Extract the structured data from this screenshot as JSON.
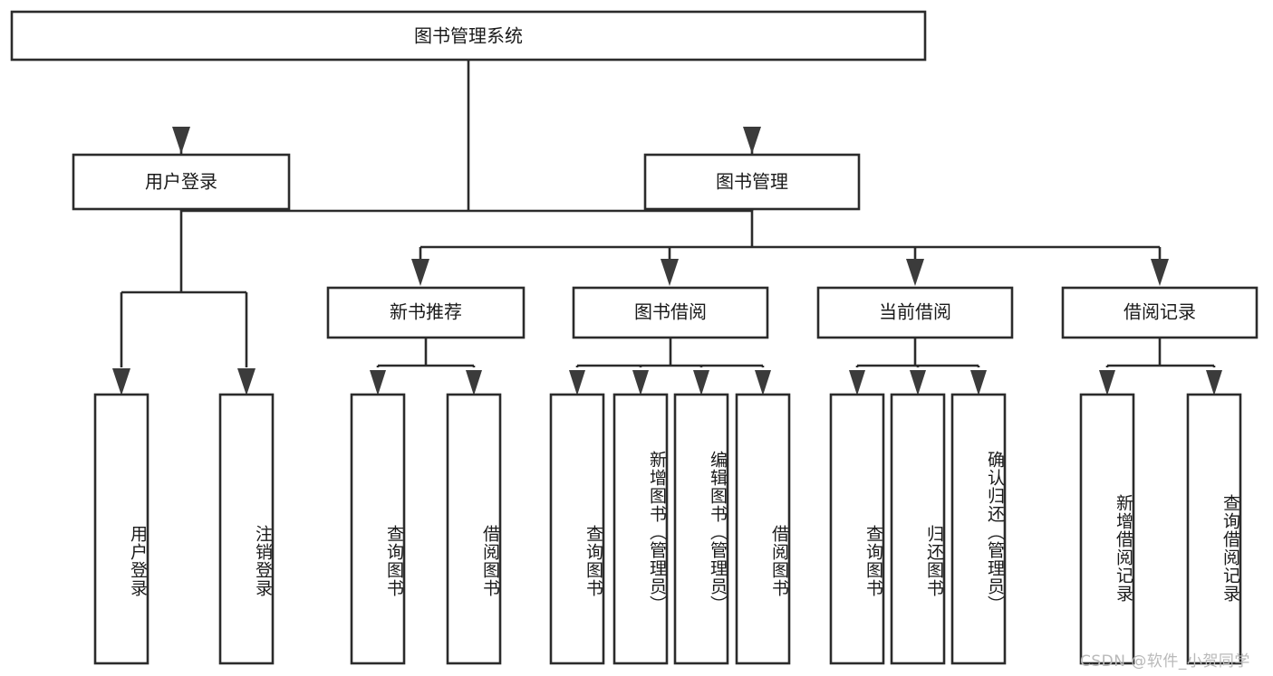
{
  "diagram": {
    "title": "图书管理系统",
    "type": "tree-hierarchy-diagram",
    "watermark": "CSDN @软件_小贺同学",
    "colors": {
      "background": "#ffffff",
      "box_stroke": "#2b2b2b",
      "box_fill": "#ffffff",
      "connector": "#2b2b2b",
      "text": "#1a1a1a",
      "watermark": "#b9b9b9"
    },
    "root": {
      "label": "图书管理系统"
    },
    "level2": [
      {
        "id": "user-login",
        "label": "用户登录"
      },
      {
        "id": "book-manage",
        "label": "图书管理"
      }
    ],
    "level3": [
      {
        "id": "new-book-rec",
        "label": "新书推荐",
        "parent": "book-manage"
      },
      {
        "id": "book-borrow",
        "label": "图书借阅",
        "parent": "book-manage"
      },
      {
        "id": "current-borrow",
        "label": "当前借阅",
        "parent": "book-manage"
      },
      {
        "id": "borrow-record",
        "label": "借阅记录",
        "parent": "book-manage"
      }
    ],
    "leaves": [
      {
        "id": "leaf-user-login",
        "label": "用户登录",
        "parent": "user-login"
      },
      {
        "id": "leaf-logout",
        "label": "注销登录",
        "parent": "user-login"
      },
      {
        "id": "leaf-query-book-1",
        "label": "查询图书",
        "parent": "new-book-rec"
      },
      {
        "id": "leaf-borrow-book-1",
        "label": "借阅图书",
        "parent": "new-book-rec"
      },
      {
        "id": "leaf-query-book-2",
        "label": "查询图书",
        "parent": "book-borrow"
      },
      {
        "id": "leaf-add-book",
        "label": "新增图书（管理员）",
        "parent": "book-borrow"
      },
      {
        "id": "leaf-edit-book",
        "label": "编辑图书（管理员）",
        "parent": "book-borrow"
      },
      {
        "id": "leaf-borrow-book-2",
        "label": "借阅图书",
        "parent": "book-borrow"
      },
      {
        "id": "leaf-query-book-3",
        "label": "查询图书",
        "parent": "current-borrow"
      },
      {
        "id": "leaf-return-book",
        "label": "归还图书",
        "parent": "current-borrow"
      },
      {
        "id": "leaf-confirm-return",
        "label": "确认归还（管理员）",
        "parent": "current-borrow"
      },
      {
        "id": "leaf-add-record",
        "label": "新增借阅记录",
        "parent": "borrow-record"
      },
      {
        "id": "leaf-query-record",
        "label": "查询借阅记录",
        "parent": "borrow-record"
      }
    ]
  }
}
